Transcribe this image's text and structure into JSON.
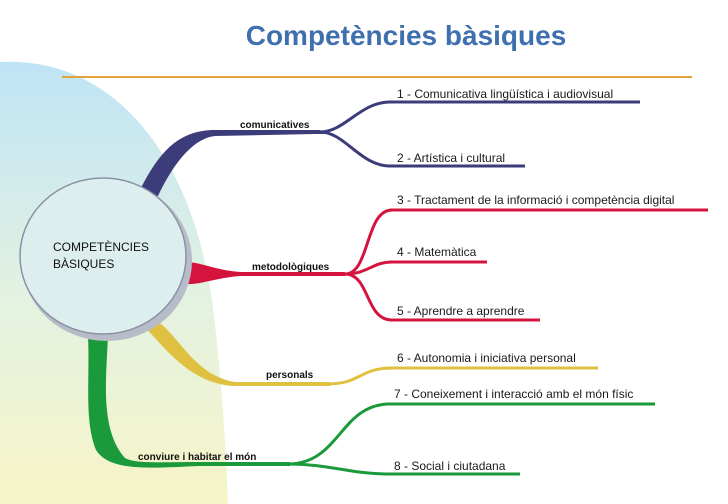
{
  "title": "Competències bàsiques",
  "center": {
    "line1": "COMPETÈNCIES",
    "line2": "BÀSIQUES"
  },
  "colors": {
    "title": "#3e6fae",
    "rule": "#e2a33a",
    "comunicatives": "#3c3c7a",
    "metodologiques": "#d4143c",
    "personals": "#e0c040",
    "conviure": "#1a9a3a"
  },
  "branches": {
    "comunicatives": {
      "label": "comunicatives",
      "leaves": [
        "1 - Comunicativa lingüística i audiovisual",
        "2 - Artística i cultural"
      ]
    },
    "metodologiques": {
      "label": "metodològiques",
      "leaves": [
        "3 - Tractament de la informació  i competència digital",
        "4 - Matemàtica",
        "5 - Aprendre a aprendre"
      ]
    },
    "personals": {
      "label": "personals",
      "leaves": [
        "6 - Autonomia  i iniciativa personal"
      ]
    },
    "conviure": {
      "label": "conviure i habitar el món",
      "leaves": [
        "7 - Coneixement i interacció amb el món físic",
        "8 - Social i ciutadana"
      ]
    }
  }
}
